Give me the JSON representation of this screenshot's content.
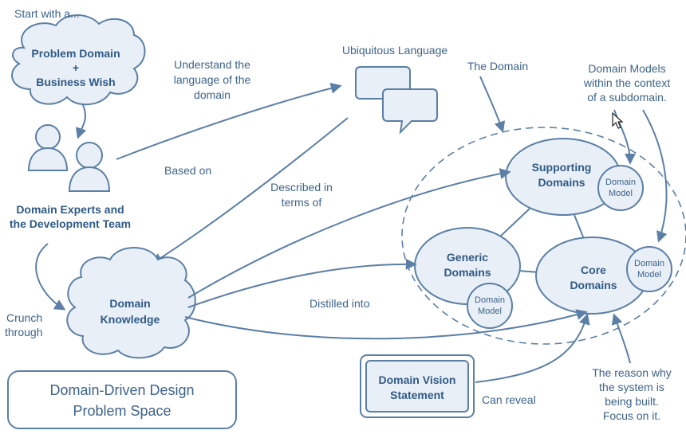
{
  "labels": {
    "start": "Start with a...",
    "problem_line1": "Problem Domain",
    "problem_plus": "+",
    "problem_line2": "Business Wish",
    "understand_l1": "Understand the",
    "understand_l2": "language of the",
    "understand_l3": "domain",
    "ubiquitous": "Ubiquitous Language",
    "the_domain": "The Domain",
    "models_l1": "Domain Models",
    "models_l2": "within the context",
    "models_l3": "of a subdomain.",
    "experts_l1": "Domain Experts and",
    "experts_l2": "the Development Team",
    "based_on": "Based on",
    "described_l1": "Described in",
    "described_l2": "terms of",
    "supporting_l1": "Supporting",
    "supporting_l2": "Domains",
    "generic_l1": "Generic",
    "generic_l2": "Domains",
    "core_l1": "Core",
    "core_l2": "Domains",
    "model_l1": "Domain",
    "model_l2": "Model",
    "crunch_l1": "Crunch",
    "crunch_l2": "through",
    "knowledge_l1": "Domain",
    "knowledge_l2": "Knowledge",
    "distilled": "Distilled into",
    "title_l1": "Domain-Driven Design",
    "title_l2": "Problem Space",
    "vision_l1": "Domain Vision",
    "vision_l2": "Statement",
    "can_reveal": "Can reveal",
    "reason_l1": "The reason why",
    "reason_l2": "the system is",
    "reason_l3": "being built.",
    "reason_l4": "Focus on it."
  },
  "colors": {
    "stroke": "#5b7fa6",
    "fill": "#e9eff6",
    "text": "#3d6389",
    "bold_text": "#2f5a86"
  },
  "icons": [
    "people-icon",
    "speech-bubbles-icon",
    "mouse-cursor-icon"
  ]
}
